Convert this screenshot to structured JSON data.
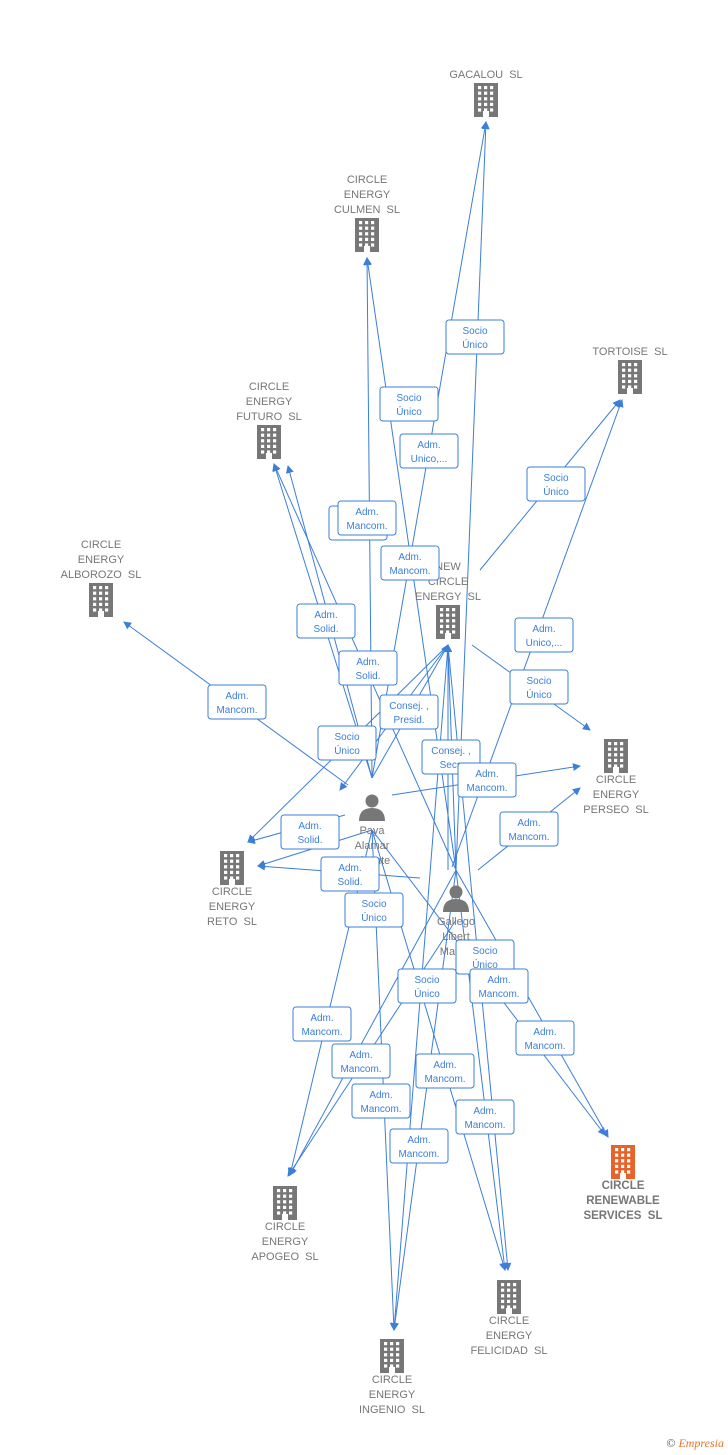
{
  "colors": {
    "edge": "#3b7fd9",
    "building": "#777777",
    "highlight": "#e8632a",
    "person": "#777777"
  },
  "footer": {
    "copyright": "©",
    "brand": "Empresia"
  },
  "nodes": [
    {
      "id": "gacalou",
      "type": "company",
      "label": [
        "GACALOU SL"
      ]
    },
    {
      "id": "culmen",
      "type": "company",
      "label": [
        "CIRCLE",
        "ENERGY",
        "CULMEN SL"
      ]
    },
    {
      "id": "tortoise",
      "type": "company",
      "label": [
        "TORTOISE SL"
      ]
    },
    {
      "id": "futuro",
      "type": "company",
      "label": [
        "CIRCLE",
        "ENERGY",
        "FUTURO SL"
      ]
    },
    {
      "id": "alborozo",
      "type": "company",
      "label": [
        "CIRCLE",
        "ENERGY",
        "ALBOROZO SL"
      ]
    },
    {
      "id": "newcircle",
      "type": "company",
      "label": [
        "NEW",
        "CIRCLE",
        "ENERGY SL"
      ]
    },
    {
      "id": "perseo",
      "type": "company",
      "label": [
        "CIRCLE",
        "ENERGY",
        "PERSEO SL"
      ]
    },
    {
      "id": "reto",
      "type": "company",
      "label": [
        "CIRCLE",
        "ENERGY",
        "RETO SL"
      ]
    },
    {
      "id": "paya",
      "type": "person",
      "label": [
        "Paya",
        "Alamar",
        "Vicente"
      ]
    },
    {
      "id": "gallego",
      "type": "person",
      "label": [
        "Gallego",
        "Libert",
        "Matias"
      ]
    },
    {
      "id": "renewable",
      "type": "company",
      "highlight": true,
      "label": [
        "CIRCLE",
        "RENEWABLE",
        "SERVICES SL"
      ]
    },
    {
      "id": "apogeo",
      "type": "company",
      "label": [
        "CIRCLE",
        "ENERGY",
        "APOGEO SL"
      ]
    },
    {
      "id": "felicidad",
      "type": "company",
      "label": [
        "CIRCLE",
        "ENERGY",
        "FELICIDAD SL"
      ]
    },
    {
      "id": "ingenio",
      "type": "company",
      "label": [
        "CIRCLE",
        "ENERGY",
        "INGENIO SL"
      ]
    }
  ],
  "edge_labels": [
    [
      "Socio",
      "Único"
    ],
    [
      "Socio",
      "Único"
    ],
    [
      "Adm.",
      "Unico,..."
    ],
    [
      "Socio",
      "Único"
    ],
    [
      "Adm.",
      "Mancom."
    ],
    [
      "Adm.",
      "Mancom."
    ],
    [
      "Adm.",
      "Mancom."
    ],
    [
      "Adm.",
      "Solid."
    ],
    [
      "Adm.",
      "Solid."
    ],
    [
      "Adm.",
      "Mancom."
    ],
    [
      "Adm.",
      "Unico,..."
    ],
    [
      "Socio",
      "Único"
    ],
    [
      "Consej. ,",
      "Presid."
    ],
    [
      "Socio",
      "Único"
    ],
    [
      "Consej. ,",
      "Secr."
    ],
    [
      "Adm.",
      "Mancom."
    ],
    [
      "Adm.",
      "Solid."
    ],
    [
      "Adm.",
      "Mancom."
    ],
    [
      "Adm.",
      "Solid."
    ],
    [
      "Socio",
      "Único"
    ],
    [
      "Socio",
      "Único"
    ],
    [
      "Socio",
      "Único"
    ],
    [
      "Adm.",
      "Mancom."
    ],
    [
      "Adm.",
      "Mancom."
    ],
    [
      "Adm.",
      "Mancom."
    ],
    [
      "Adm.",
      "Mancom."
    ],
    [
      "Adm.",
      "Mancom."
    ],
    [
      "Adm.",
      "Mancom."
    ],
    [
      "Adm.",
      "Mancom."
    ],
    [
      "Adm.",
      "Mancom."
    ]
  ]
}
